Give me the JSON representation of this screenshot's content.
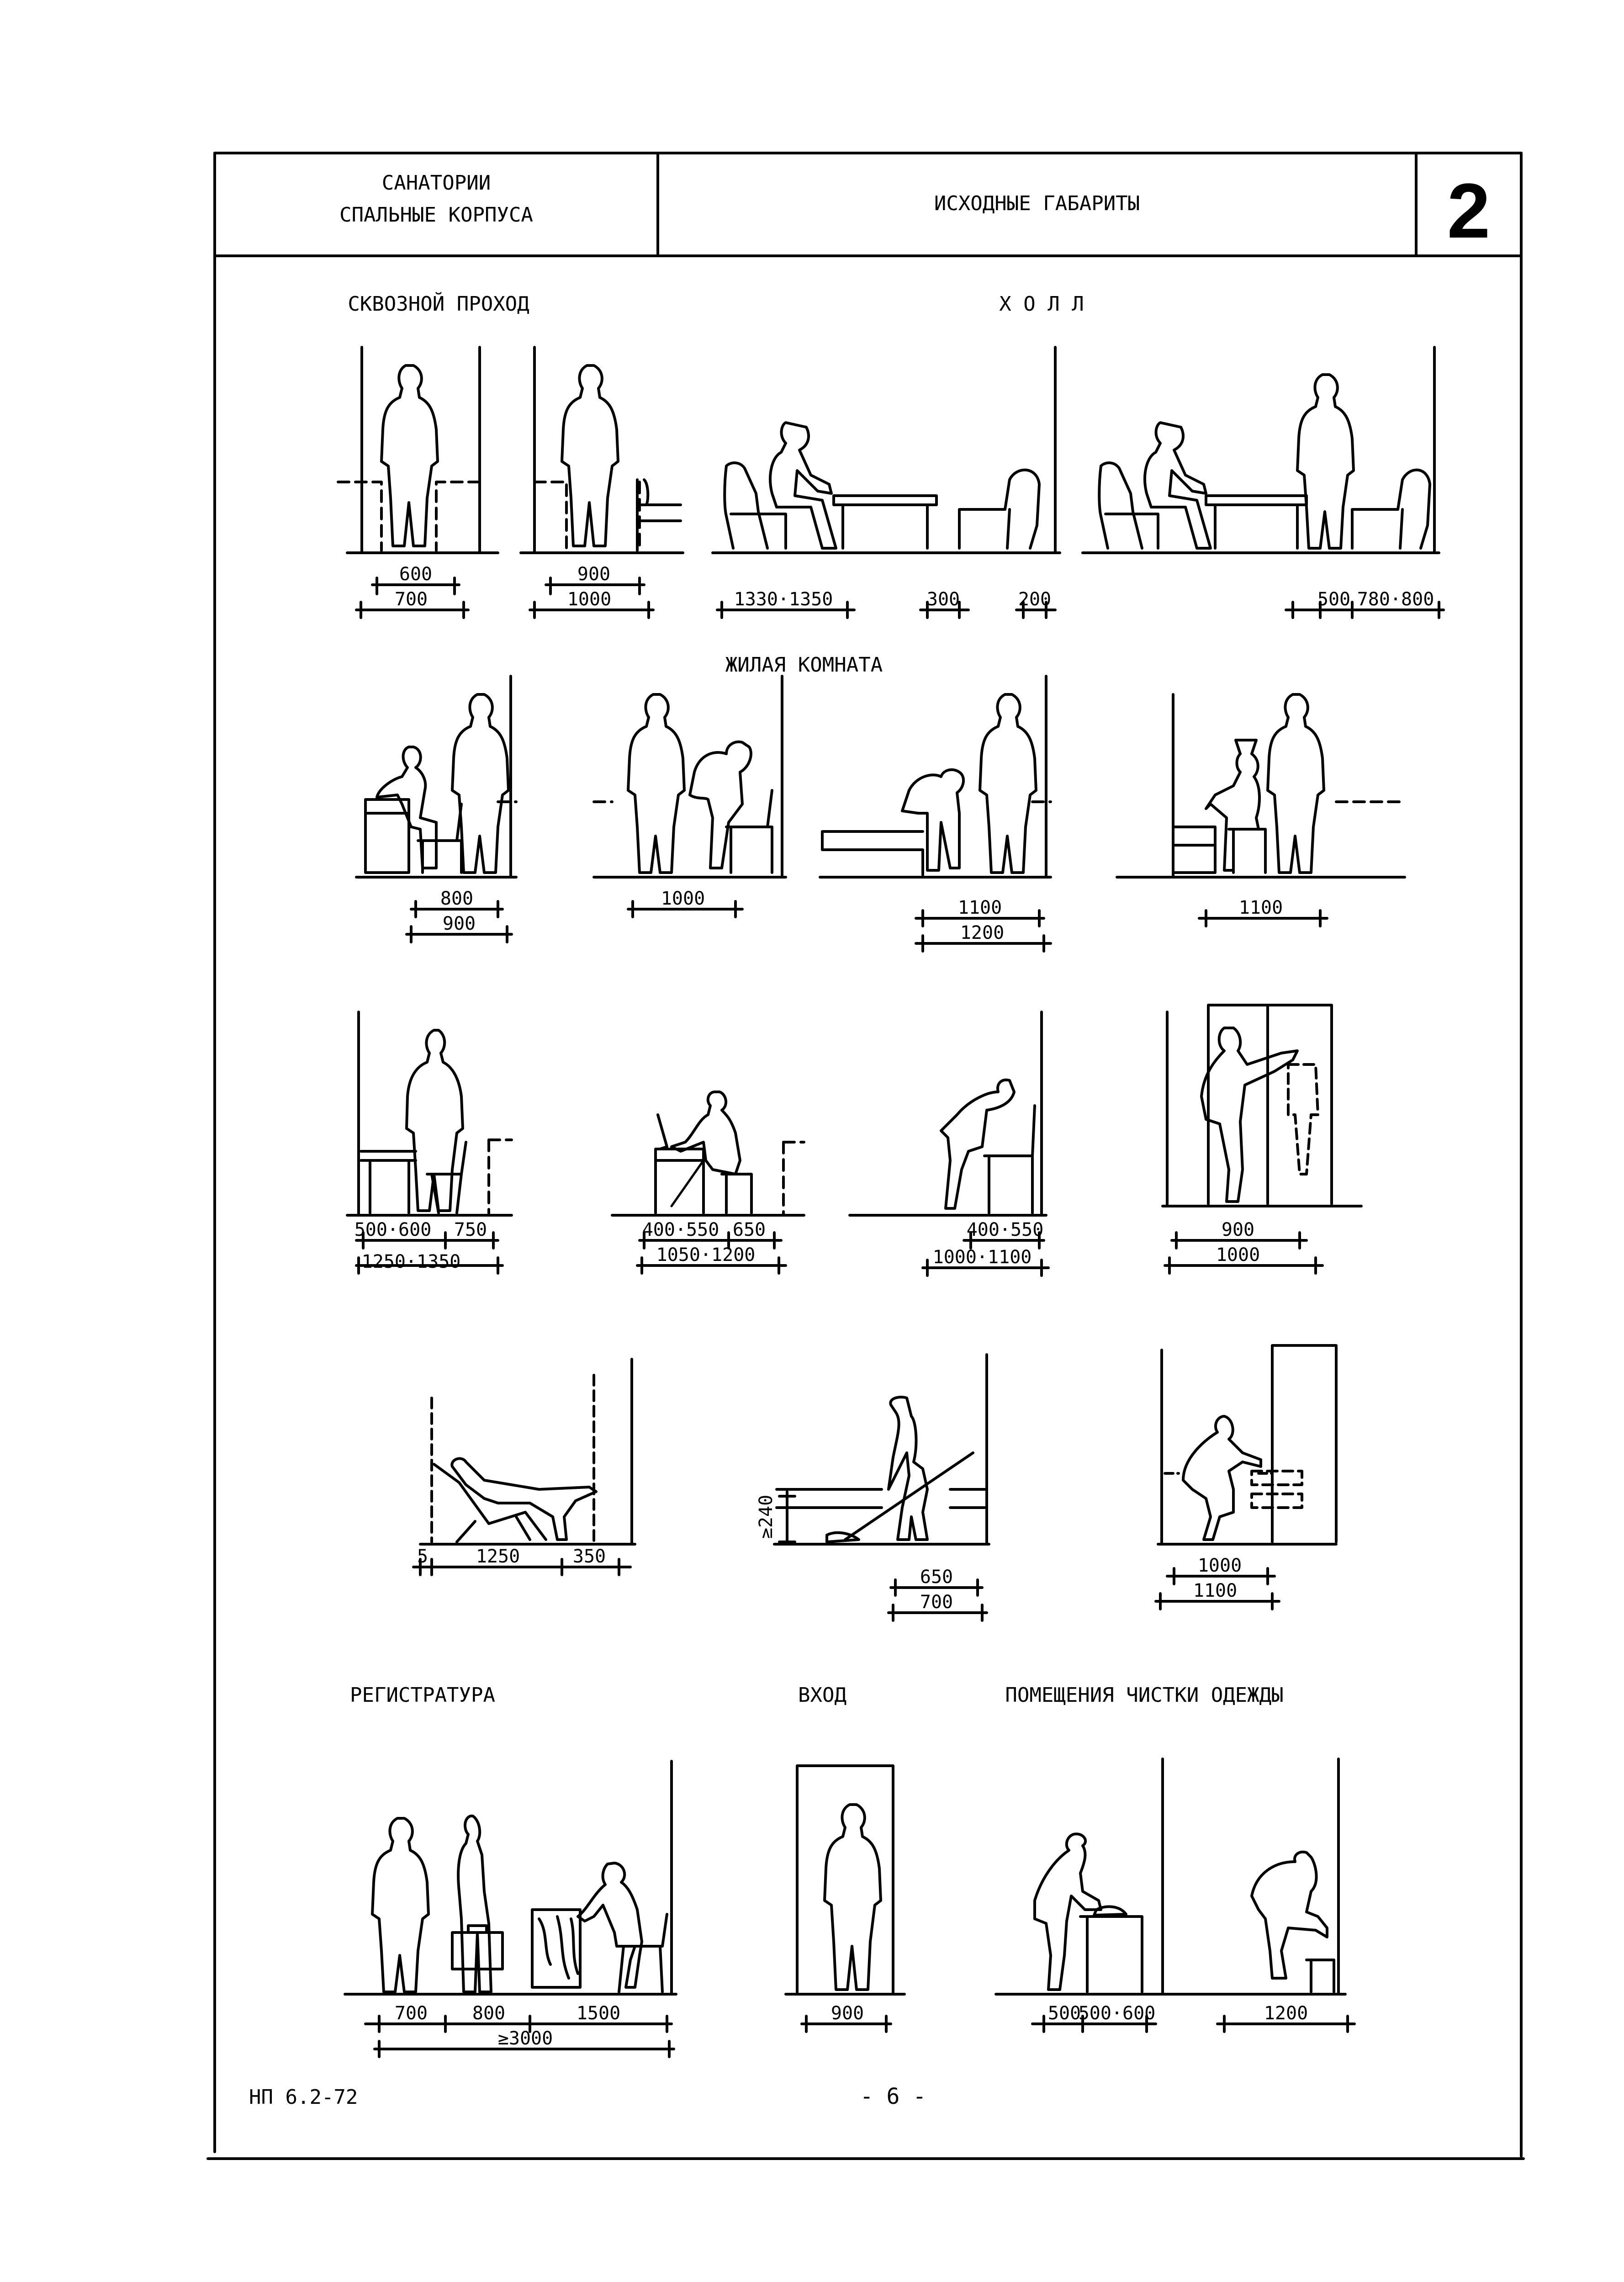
{
  "header": {
    "left_line1": "САНАТОРИИ",
    "left_line2": "СПАЛЬНЫЕ КОРПУСА",
    "center": "ИСХОДНЫЕ ГАБАРИТЫ",
    "sheet_number": "2"
  },
  "sections": {
    "through_passage": "СКВОЗНОЙ ПРОХОД",
    "hall": "Х О Л Л",
    "living_room": "ЖИЛАЯ КОМНАТА",
    "registration": "РЕГИСТРАТУРА",
    "entrance": "ВХОД",
    "cleaning_rooms": "ПОМЕЩЕНИЯ ЧИСТКИ ОДЕЖДЫ"
  },
  "dimensions": {
    "passage1": [
      "600",
      "700"
    ],
    "passage2": [
      "900",
      "1000"
    ],
    "hall1": [
      "1330·1350",
      "300",
      "200"
    ],
    "hall2": [
      "500",
      "780·800"
    ],
    "room1": [
      "800",
      "900"
    ],
    "room2": [
      "1000"
    ],
    "room3": [
      "1100",
      "1200"
    ],
    "room4": [
      "1100"
    ],
    "room5": [
      "500·600",
      "750",
      "1250·1350"
    ],
    "room6": [
      "400·550",
      "650",
      "1050·1200"
    ],
    "room7": [
      "400·550",
      "1000·1100"
    ],
    "room8": [
      "900",
      "1000"
    ],
    "room9": [
      "5",
      "1250",
      "350"
    ],
    "room10": [
      "≥240",
      "650",
      "700"
    ],
    "room11": [
      "1000",
      "1100"
    ],
    "reg": [
      "700",
      "800",
      "1500",
      "≥3000"
    ],
    "entry": [
      "900"
    ],
    "clean1": [
      "500",
      "500·600"
    ],
    "clean2": [
      "1200"
    ]
  },
  "footer": {
    "doc_code": "НП 6.2-72",
    "page": "- 6 -"
  }
}
